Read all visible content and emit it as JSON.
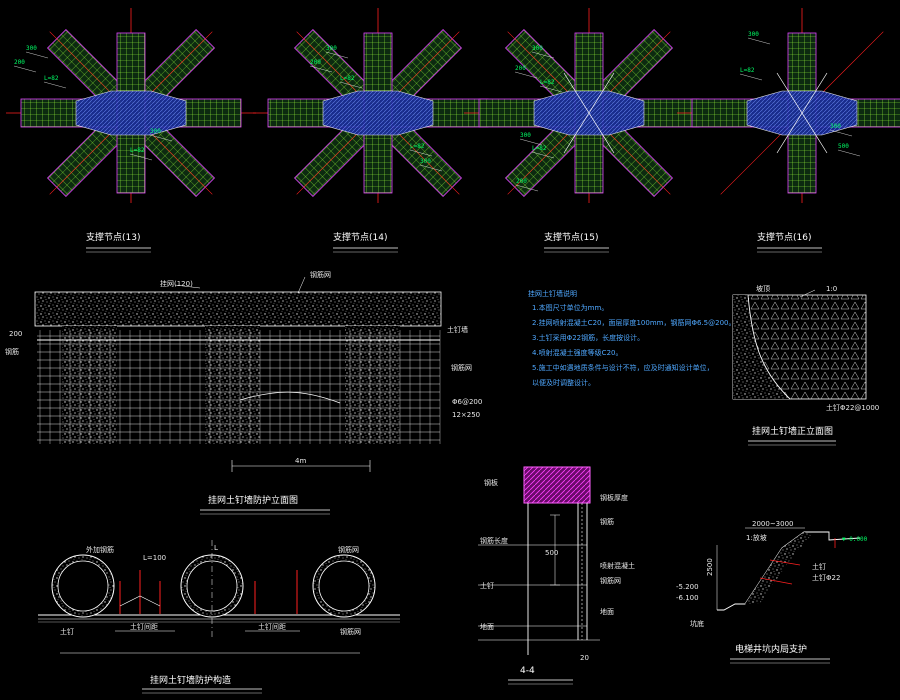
{
  "colors": {
    "background": "#000000",
    "beam_fill": "#1d6f2a",
    "mesh_green": "#9cff3a",
    "node_blue": "#2a46d8",
    "edge_magenta": "#e040ff",
    "axis_red": "#ff2020",
    "concrete": "#d8d8d8",
    "note_blue": "#4fa8ff",
    "dim_green": "#00ff66",
    "cap_purple": "#c020c0"
  },
  "nodes": [
    {
      "title": "支撑节点(13)",
      "callouts": [
        "300",
        "200",
        "L=82",
        "300",
        "L=82"
      ]
    },
    {
      "title": "支撑节点(14)",
      "callouts": [
        "300",
        "200",
        "L=82",
        "L=82",
        "300"
      ]
    },
    {
      "title": "支撑节点(15)",
      "callouts": [
        "300",
        "200",
        "L=82",
        "300",
        "L=82",
        "200"
      ]
    },
    {
      "title": "支撑节点(16)",
      "callouts": [
        "300",
        "L=82",
        "300",
        "500"
      ]
    }
  ],
  "elevation": {
    "title": "挂网土钉墙防护立面图",
    "callouts": [
      "钢筋网",
      "挂网(120)",
      "200",
      "钢筋",
      "土钉墙",
      "钢筋网",
      "Φ6@200",
      "12×250"
    ],
    "dim_label": "4m"
  },
  "notes": {
    "heading": "挂网土钉墙说明",
    "lines": [
      "1.本图尺寸单位为mm。",
      "2.挂网喷射混凝土C20，面层厚度100mm，钢筋网Φ6.5@200。",
      "3.土钉采用Φ22钢筋，长度按设计。",
      "4.喷射混凝土强度等级C20。",
      "5.施工中如遇地质条件与设计不符，应及时通知设计单位，",
      "  以便及时调整设计。"
    ]
  },
  "slope": {
    "title": "挂网土钉墙正立面图",
    "callouts": [
      "坡顶",
      "1:0",
      "土钉Φ22@1000"
    ]
  },
  "pipes": {
    "title": "挂网土钉墙防护构造",
    "callouts": [
      "外加钢筋",
      "L=100",
      "钢筋网",
      "土钉",
      "土钉间距",
      "土钉间距",
      "钢筋网",
      "L"
    ]
  },
  "section": {
    "title": "4-4",
    "callouts": [
      "钢板",
      "钢板厚度",
      "钢筋",
      "钢筋长度",
      "喷射混凝土",
      "钢筋网",
      "土钉",
      "地面",
      "地面",
      "500",
      "20"
    ]
  },
  "pit": {
    "title": "电梯井坑内局支护",
    "callouts": [
      "2000~3000",
      "1:放坡",
      "土钉",
      "-5.200",
      "-6.100",
      "2500",
      "土钉Φ22",
      "坑底"
    ]
  }
}
